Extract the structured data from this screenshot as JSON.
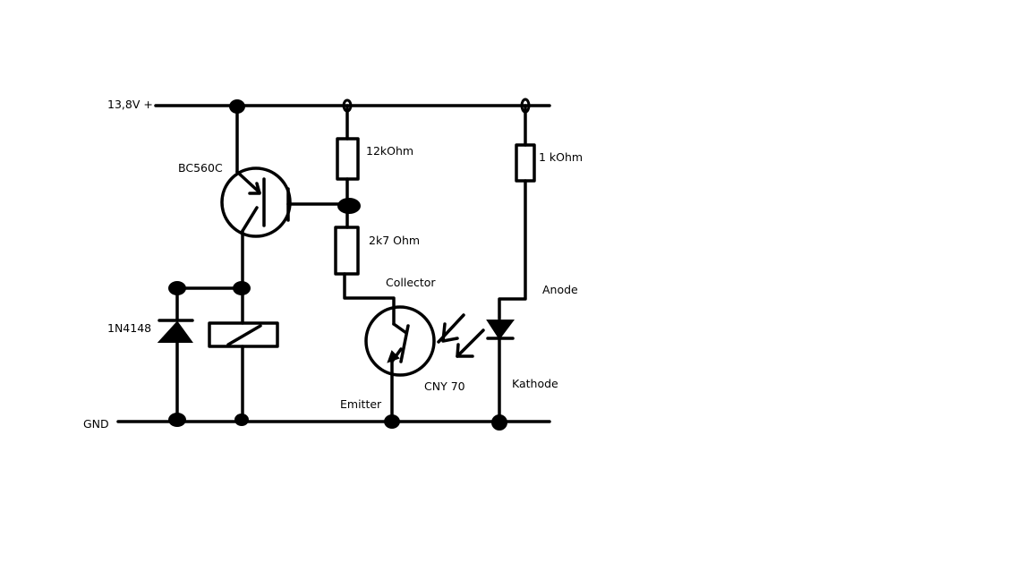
{
  "labels": {
    "supply": "13,8V +",
    "gnd": "GND",
    "transistor": "BC560C",
    "diode": "1N4148",
    "r1": "12kOhm",
    "r2": "2k7 Ohm",
    "r3": "1 kOhm",
    "collector": "Collector",
    "emitter": "Emitter",
    "sensor": "CNY 70",
    "anode": "Anode",
    "cathode": "Kathode"
  },
  "colors": {
    "ink": "#000000",
    "background": "#ffffff"
  }
}
